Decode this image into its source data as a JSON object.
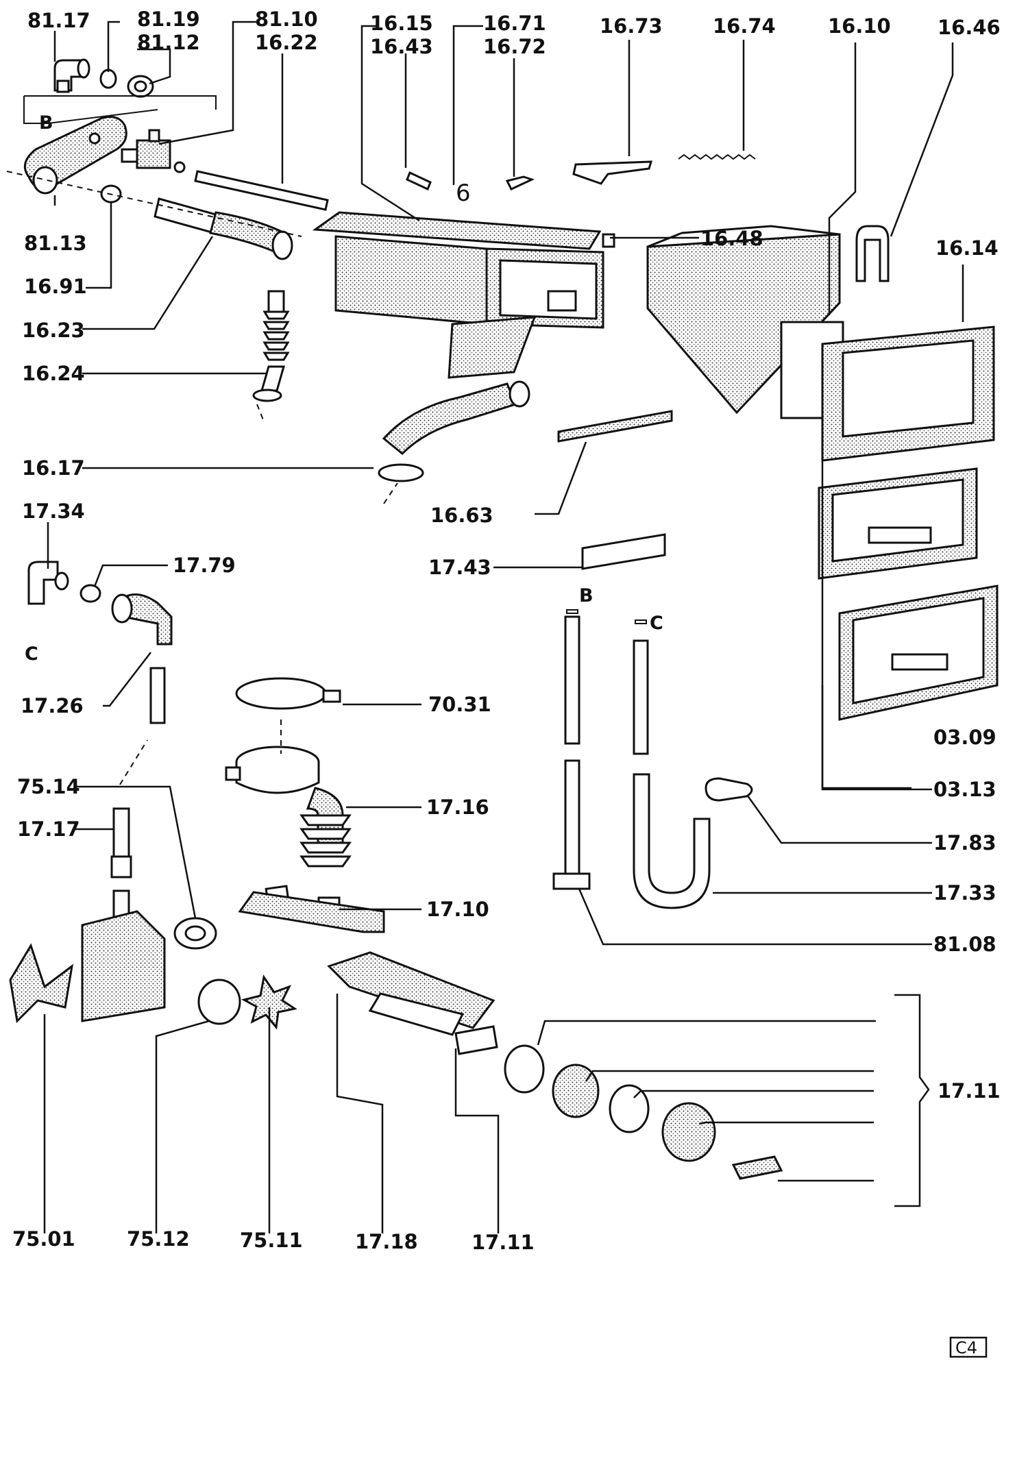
{
  "page_label": "C4",
  "callouts": [
    {
      "id": "c-81-17",
      "text": "81.17"
    },
    {
      "id": "c-81-19",
      "text": "81.19"
    },
    {
      "id": "c-81-12",
      "text": "81.12"
    },
    {
      "id": "c-81-10",
      "text": "81.10"
    },
    {
      "id": "c-16-22",
      "text": "16.22"
    },
    {
      "id": "c-16-15",
      "text": "16.15"
    },
    {
      "id": "c-16-43",
      "text": "16.43"
    },
    {
      "id": "c-16-71",
      "text": "16.71"
    },
    {
      "id": "c-16-72",
      "text": "16.72"
    },
    {
      "id": "c-16-73",
      "text": "16.73"
    },
    {
      "id": "c-16-74",
      "text": "16.74"
    },
    {
      "id": "c-16-10",
      "text": "16.10"
    },
    {
      "id": "c-16-46",
      "text": "16.46"
    },
    {
      "id": "c-16-48",
      "text": "16.48"
    },
    {
      "id": "c-16-14",
      "text": "16.14"
    },
    {
      "id": "c-81-13",
      "text": "81.13"
    },
    {
      "id": "c-16-91",
      "text": "16.91"
    },
    {
      "id": "c-16-23",
      "text": "16.23"
    },
    {
      "id": "c-16-24",
      "text": "16.24"
    },
    {
      "id": "c-16-17",
      "text": "16.17"
    },
    {
      "id": "c-16-63",
      "text": "16.63"
    },
    {
      "id": "c-17-34",
      "text": "17.34"
    },
    {
      "id": "c-17-79",
      "text": "17.79"
    },
    {
      "id": "c-17-43",
      "text": "17.43"
    },
    {
      "id": "c-17-26",
      "text": "17.26"
    },
    {
      "id": "c-70-31",
      "text": "70.31"
    },
    {
      "id": "c-03-09",
      "text": "03.09"
    },
    {
      "id": "c-75-14",
      "text": "75.14"
    },
    {
      "id": "c-17-17",
      "text": "17.17"
    },
    {
      "id": "c-17-16",
      "text": "17.16"
    },
    {
      "id": "c-03-13",
      "text": "03.13"
    },
    {
      "id": "c-17-83",
      "text": "17.83"
    },
    {
      "id": "c-17-33",
      "text": "17.33"
    },
    {
      "id": "c-17-10",
      "text": "17.10"
    },
    {
      "id": "c-81-08",
      "text": "81.08"
    },
    {
      "id": "c-17-11-bracket",
      "text": "17.11"
    },
    {
      "id": "c-75-01",
      "text": "75.01"
    },
    {
      "id": "c-75-12",
      "text": "75.12"
    },
    {
      "id": "c-75-11",
      "text": "75.11"
    },
    {
      "id": "c-17-18",
      "text": "17.18"
    },
    {
      "id": "c-17-11",
      "text": "17.11"
    }
  ],
  "connectors": {
    "b_top": "B",
    "b_mid": "B",
    "c_left": "C",
    "c_mid": "C"
  }
}
